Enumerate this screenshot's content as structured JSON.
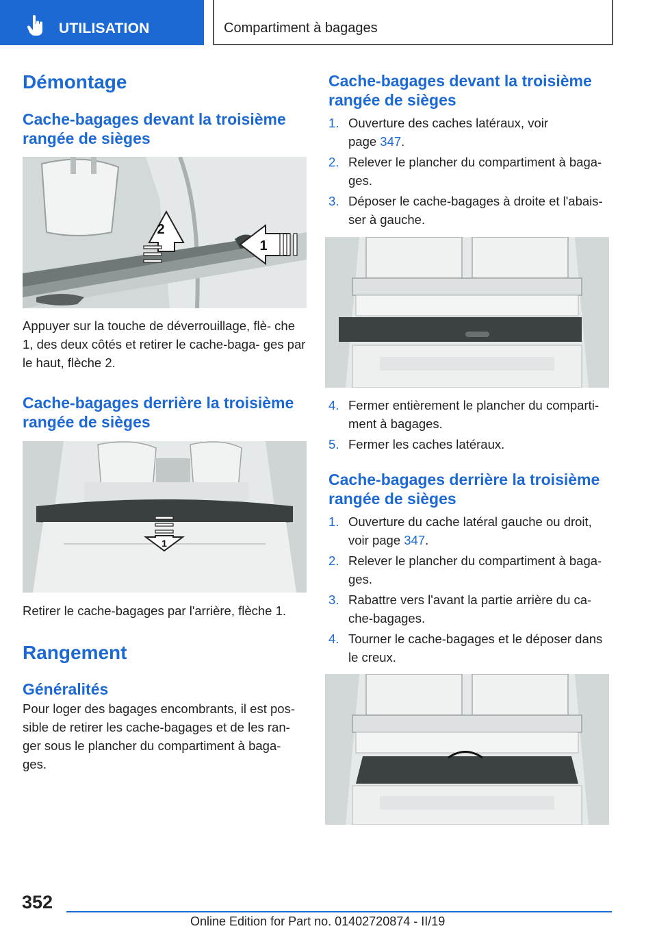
{
  "header": {
    "section": "UTILISATION",
    "chapter": "Compartiment à bagages",
    "accent_color": "#1c69d4",
    "icon": "hand-pointer-icon"
  },
  "left": {
    "h_demontage": "Démontage",
    "h_cache_devant": "Cache-bagages devant la troisième rangée de sièges",
    "p_devant": "Appuyer sur la touche de déverrouillage, flè- che 1, des deux côtés et retirer le cache-baga- ges par le haut, flèche 2.",
    "h_cache_derriere": "Cache-bagages derrière la troisième rangée de sièges",
    "p_derriere": "Retirer le cache-bagages par l'arrière, flèche 1.",
    "h_rangement": "Rangement",
    "h_generalites": "Généralités",
    "p_generalites": "Pour loger des bagages encombrants, il est pos- sible de retirer les cache-bagages et de les ran- ger sous le plancher du compartiment à baga- ges.",
    "fig1_labels": [
      "1",
      "2"
    ],
    "fig2_labels": [
      "1"
    ]
  },
  "right": {
    "h_devant": "Cache-bagages devant la troisième rangée de sièges",
    "devant_steps": [
      {
        "num": "1.",
        "text": "Ouverture des caches latéraux, voir",
        "text2": "page ",
        "link": "347",
        "tail": "."
      },
      {
        "num": "2.",
        "text": "Relever le plancher du compartiment à baga-",
        "text2": "ges."
      },
      {
        "num": "3.",
        "text": "Déposer le cache-bagages à droite et l'abais-",
        "text2": "ser à gauche."
      }
    ],
    "devant_steps2": [
      {
        "num": "4.",
        "text": "Fermer entièrement le plancher du comparti-",
        "text2": "ment à bagages."
      },
      {
        "num": "5.",
        "text": "Fermer les caches latéraux."
      }
    ],
    "h_derriere": "Cache-bagages derrière la troisième rangée de sièges",
    "derriere_steps": [
      {
        "num": "1.",
        "text": "Ouverture du cache latéral gauche ou droit,",
        "text2": "voir page ",
        "link": "347",
        "tail": "."
      },
      {
        "num": "2.",
        "text": "Relever le plancher du compartiment à baga-",
        "text2": "ges."
      },
      {
        "num": "3.",
        "text": "Rabattre vers l'avant la partie arrière du ca-",
        "text2": "che-bagages."
      },
      {
        "num": "4.",
        "text": "Tourner le cache-bagages et le déposer dans",
        "text2": "le creux."
      }
    ]
  },
  "footer": {
    "page_number": "352",
    "edition": "Online Edition for Part no. 01402720874 - II/19"
  }
}
